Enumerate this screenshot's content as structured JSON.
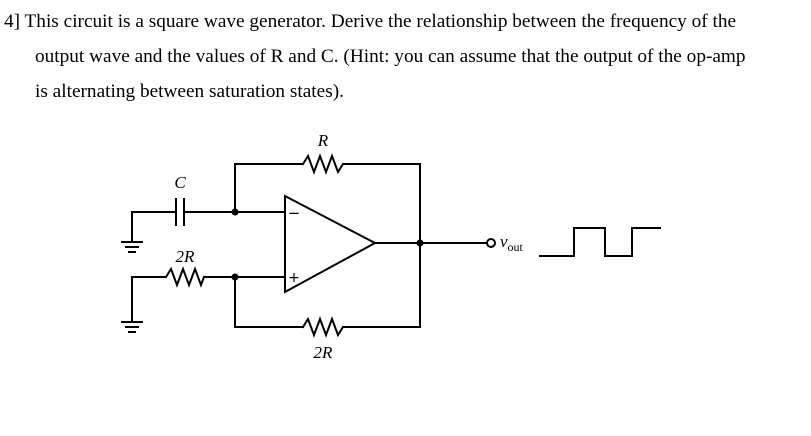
{
  "problem": {
    "line1": "4] This circuit is a square wave generator. Derive the relationship between the frequency of the",
    "line2": "output wave and the values of R and C. (Hint: you can assume that the output of the op-amp",
    "line3": "is alternating between saturation states)."
  },
  "circuit": {
    "feedback_resistor": "R",
    "capacitor": "C",
    "ground_resistor": "2R",
    "bottom_resistor": "2R",
    "opamp_minus": "−",
    "opamp_plus": "+",
    "output_symbol": "v",
    "output_subscript": "out"
  }
}
